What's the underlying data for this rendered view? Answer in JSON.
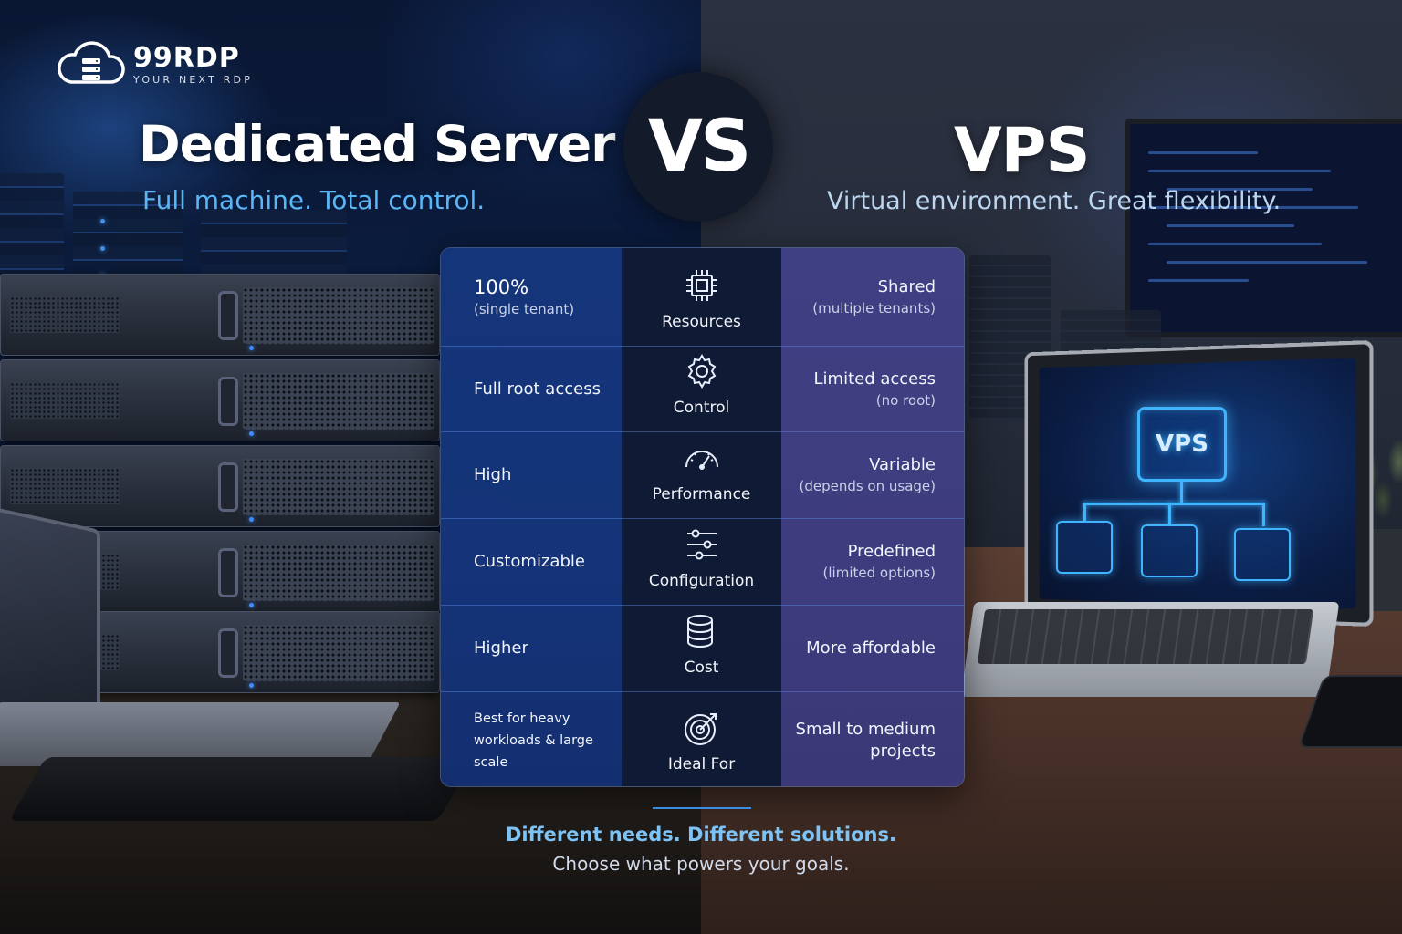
{
  "brand": {
    "name": "99RDP",
    "tagline": "YOUR NEXT RDP"
  },
  "left": {
    "title": "Dedicated Server",
    "subtitle": "Full machine. Total control."
  },
  "vs_label": "VS",
  "right": {
    "title": "VPS",
    "subtitle": "Virtual environment. Great flexibility."
  },
  "screen_label": "VPS",
  "rows": [
    {
      "icon": "cpu-chip-icon",
      "category": "Resources",
      "dedicated": "100%",
      "dedicated_note": "(single tenant)",
      "vps": "Shared",
      "vps_note": "(multiple tenants)"
    },
    {
      "icon": "gear-icon",
      "category": "Control",
      "dedicated": "Full root access",
      "dedicated_note": "",
      "vps": "Limited access",
      "vps_note": "(no root)"
    },
    {
      "icon": "speedometer-icon",
      "category": "Performance",
      "dedicated": "High",
      "dedicated_note": "",
      "vps": "Variable",
      "vps_note": "(depends on usage)"
    },
    {
      "icon": "sliders-icon",
      "category": "Configuration",
      "dedicated": "Customizable",
      "dedicated_note": "",
      "vps": "Predefined",
      "vps_note": "(limited options)"
    },
    {
      "icon": "coin-stack-icon",
      "category": "Cost",
      "dedicated": "Higher",
      "dedicated_note": "",
      "vps": "More affordable",
      "vps_note": ""
    },
    {
      "icon": "target-icon",
      "category": "Ideal For",
      "dedicated": "Best for heavy",
      "dedicated_note": "workloads & large scale",
      "vps": "Small to medium",
      "vps_note": "projects"
    }
  ],
  "footer": {
    "headline": "Different needs. Different solutions.",
    "tagline": "Choose what powers your goals."
  },
  "colors": {
    "accent_blue": "#5bb6f5",
    "left_column": "#15357a",
    "middle_column": "#0f1a34",
    "right_column": "#3f3f83",
    "glow": "#3fb5ff"
  }
}
